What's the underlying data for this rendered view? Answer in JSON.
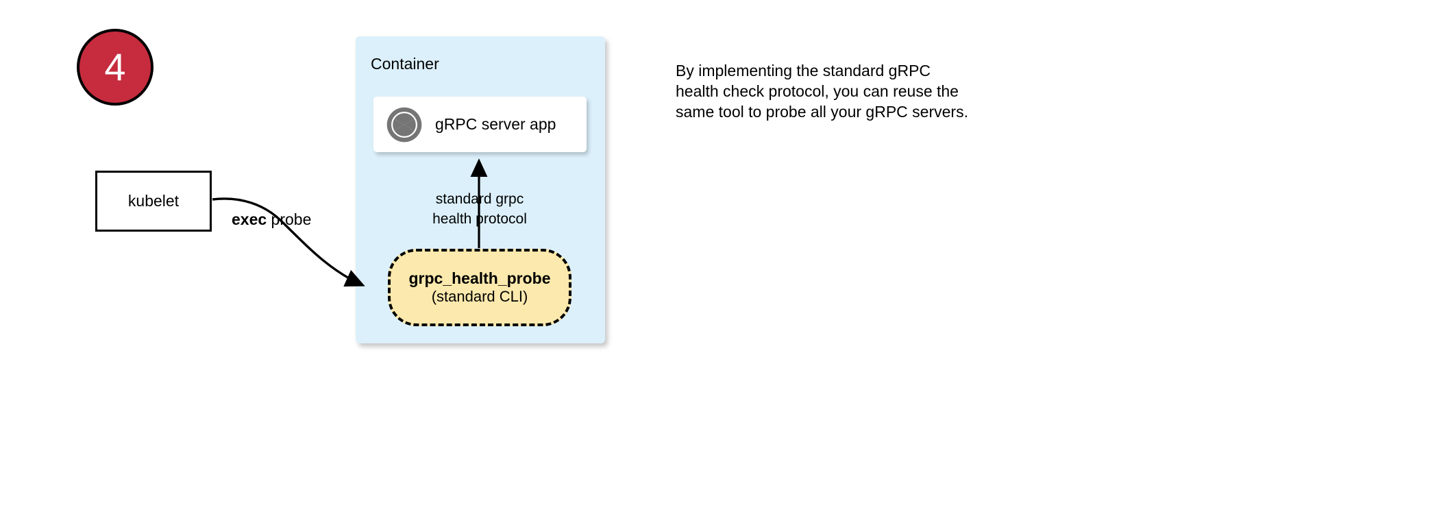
{
  "step": {
    "number": "4",
    "badge_fill": "#c62b3e",
    "badge_border": "#000000",
    "badge_text_color": "#ffffff"
  },
  "container": {
    "title": "Container",
    "fill": "#dcf0fb"
  },
  "app_card": {
    "label": "gRPC server app",
    "icon": "grpc-aperture-icon",
    "icon_color": "#757575",
    "fill": "#ffffff"
  },
  "protocol_edge": {
    "line1": "standard grpc",
    "line2": "health protocol",
    "direction": "up"
  },
  "probe_node": {
    "title": "grpc_health_probe",
    "subtitle": "(standard CLI)",
    "fill": "#fce9ad",
    "border_style": "dashed",
    "border_color": "#000000"
  },
  "kubelet": {
    "label": "kubelet",
    "fill": "#ffffff",
    "border_color": "#000000"
  },
  "exec_edge": {
    "label_bold": "exec",
    "label_rest": " probe"
  },
  "annotation": {
    "text": "By implementing the standard gRPC health check protocol, you can reuse the same tool to probe all your gRPC servers."
  }
}
